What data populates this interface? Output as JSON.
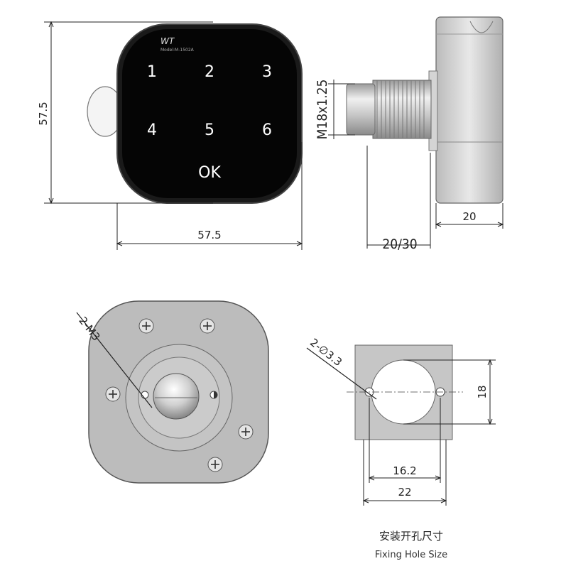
{
  "front_view": {
    "brand": "WT",
    "model": "Model:M-1502A",
    "keys": [
      "1",
      "2",
      "3",
      "4",
      "5",
      "6"
    ],
    "ok_key": "OK",
    "height_dim": "57.5",
    "width_dim": "57.5"
  },
  "side_view": {
    "thread_label": "M18x1.25",
    "length_dim": "20/30",
    "body_dim": "20"
  },
  "rear_view": {
    "screw_label": "2-M3"
  },
  "hole_view": {
    "hole_label": "2-∅3.3",
    "height_dim": "18",
    "inner_dim": "16.2",
    "outer_dim": "22",
    "caption_cn": "安装开孔尺寸",
    "caption_en": "Fixing Hole Size"
  },
  "colors": {
    "panel": "#0a0a0a",
    "metal": "#bdbdbd",
    "plate": "#c6c6c6",
    "line": "#222222"
  }
}
